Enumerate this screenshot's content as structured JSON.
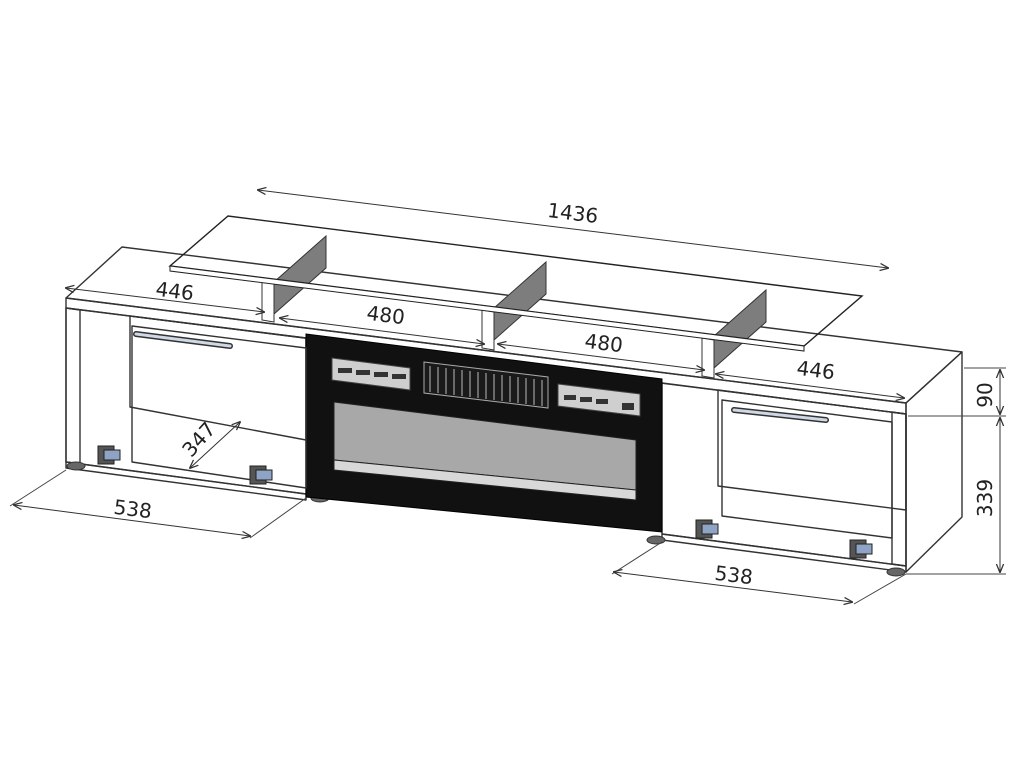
{
  "dimensions": {
    "total_width": "1436",
    "left_cabinet_top": "446",
    "middle_left": "480",
    "middle_right": "480",
    "right_cabinet_top": "446",
    "top_gap": "90",
    "body_height": "339",
    "depth": "347",
    "left_door_width": "538",
    "right_door_width": "538"
  },
  "colors": {
    "line": "#333333",
    "shelf_fill": "#ffffff",
    "top_face": "#f1f1f1",
    "side_shade": "#8c8c8c",
    "inner_shade": "#a3a3a3",
    "panel_dark": "#111111",
    "door_face": "#fafafa",
    "glass_support": "#7a7a7a"
  },
  "icons": {
    "hinge": "hinge-icon",
    "handle": "handle-icon",
    "speaker_grille": "speaker-grille-icon",
    "control_panel": "control-panel-icon"
  }
}
